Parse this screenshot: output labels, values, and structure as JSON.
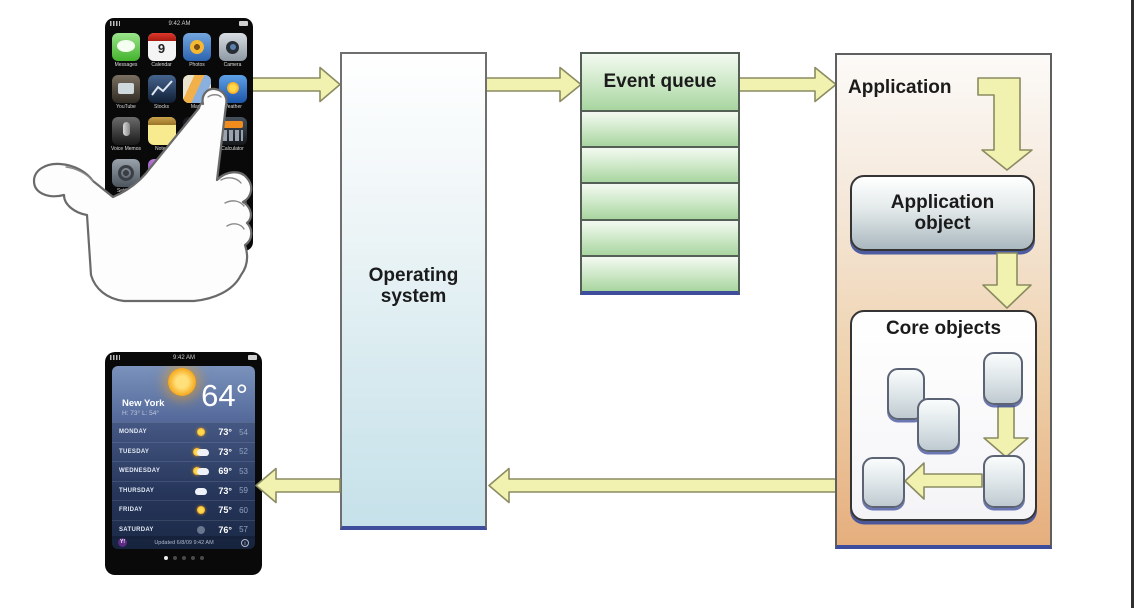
{
  "diagram": {
    "os_label": "Operating\nsystem",
    "event_queue_label": "Event queue",
    "application_label": "Application",
    "application_object_label": "Application\nobject",
    "core_objects_label": "Core objects"
  },
  "colors": {
    "arrow_fill": "#f1f2af",
    "arrow_stroke": "#8b8b62",
    "navy_shadow": "#3d4d9b",
    "os_gradient_bottom": "#c6e1ea",
    "queue_green": "#a8d5a0",
    "application_orange": "#e6ae7d",
    "object_gray": "#aab8bf"
  },
  "home_phone": {
    "status_time": "9:42 AM",
    "apps": [
      {
        "label": "Messages"
      },
      {
        "label": "Calendar",
        "date": "9"
      },
      {
        "label": "Photos"
      },
      {
        "label": "Camera"
      },
      {
        "label": "YouTube"
      },
      {
        "label": "Stocks"
      },
      {
        "label": "Maps"
      },
      {
        "label": "Weather"
      },
      {
        "label": "Voice Memos"
      },
      {
        "label": "Notes"
      },
      {
        "label": ""
      },
      {
        "label": "Calculator"
      },
      {
        "label": "Settings"
      },
      {
        "label": "iTunes"
      }
    ]
  },
  "weather_phone": {
    "status_time": "9:42 AM",
    "city": "New York",
    "hi_lo": "H: 73° L: 54°",
    "current_temp": "64°",
    "days": [
      {
        "day": "MONDAY",
        "icon": "sun",
        "hi": "73°",
        "lo": "54"
      },
      {
        "day": "TUESDAY",
        "icon": "partly-cloudy",
        "hi": "73°",
        "lo": "52"
      },
      {
        "day": "WEDNESDAY",
        "icon": "partly-cloudy",
        "hi": "69°",
        "lo": "53"
      },
      {
        "day": "THURSDAY",
        "icon": "cloudy",
        "hi": "73°",
        "lo": "59"
      },
      {
        "day": "FRIDAY",
        "icon": "sun",
        "hi": "75°",
        "lo": "60"
      },
      {
        "day": "SATURDAY",
        "icon": "hazy",
        "hi": "76°",
        "lo": "57"
      }
    ],
    "yahoo_badge": "Y!",
    "updated_text": "Updated 6/8/09 9:42 AM",
    "info_badge": "i"
  }
}
